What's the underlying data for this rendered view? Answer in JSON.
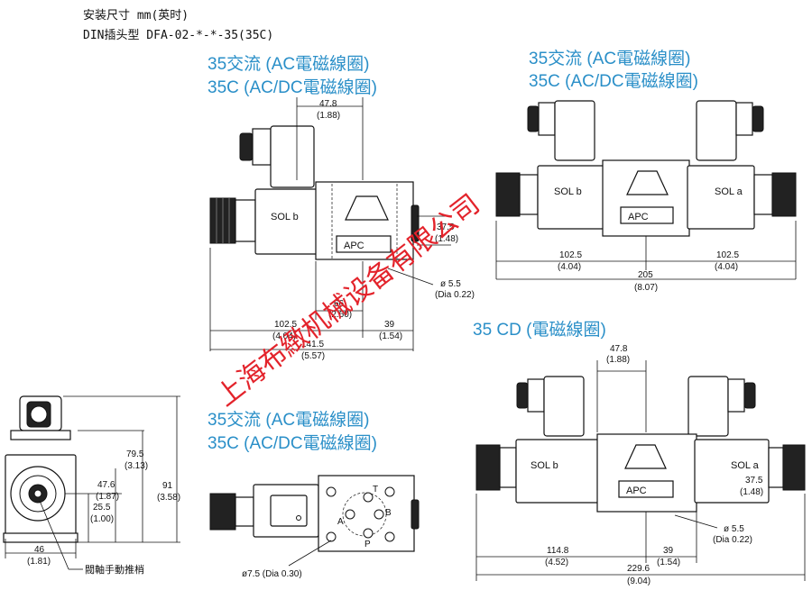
{
  "header": {
    "line1": "安装尺寸 mm(英时)",
    "line2": "DIN插头型 DFA-02-*-*-35(35C)"
  },
  "views": {
    "single_ac": {
      "title1": "35交流 (AC電磁線圈)",
      "title2": "35C (AC/DC電磁線圈)",
      "sol": "SOL b",
      "d1": "47.8",
      "d1b": "(1.88)",
      "d2": "37.5",
      "d2b": "(1.48)",
      "d3": "ø 5.5",
      "d3b": "(Dia 0.22)",
      "d4": "66",
      "d4b": "(2.60)",
      "d5": "39",
      "d5b": "(1.54)",
      "d6": "102.5",
      "d6b": "(4.04)",
      "d7": "141.5",
      "d7b": "(5.57)"
    },
    "double_ac": {
      "title1": "35交流 (AC電磁線圈)",
      "title2": "35C (AC/DC電磁線圈)",
      "sol_b": "SOL b",
      "sol_a": "SOL a",
      "d1": "102.5",
      "d1b": "(4.04)",
      "d2": "102.5",
      "d2b": "(4.04)",
      "d3": "205",
      "d3b": "(8.07)"
    },
    "cd": {
      "title": "35 CD (電磁線圈)",
      "sol_b": "SOL b",
      "sol_a": "SOL a",
      "d1": "47.8",
      "d1b": "(1.88)",
      "d2": "37.5",
      "d2b": "(1.48)",
      "d3": "ø 5.5",
      "d3b": "(Dia 0.22)",
      "d4": "114.8",
      "d4b": "(4.52)",
      "d5": "39",
      "d5b": "(1.54)",
      "d6": "229.6",
      "d6b": "(9.04)"
    },
    "side": {
      "d1": "79.5",
      "d1b": "(3.13)",
      "d2": "91",
      "d2b": "(3.58)",
      "d3": "47.6",
      "d3b": "(1.87)",
      "d4": "25.5",
      "d4b": "(1.00)",
      "d5": "46",
      "d5b": "(1.81)",
      "note": "閥軸手動推梢"
    },
    "top": {
      "title1": "35交流 (AC電磁線圈)",
      "title2": "35C (AC/DC電磁線圈)",
      "port_t": "T",
      "port_a": "A",
      "port_b": "B",
      "port_p": "P",
      "hole": "ø7.5 (Dia 0.30)"
    }
  },
  "brand": "APC",
  "watermark": "上海布緻机械设备有限公司"
}
